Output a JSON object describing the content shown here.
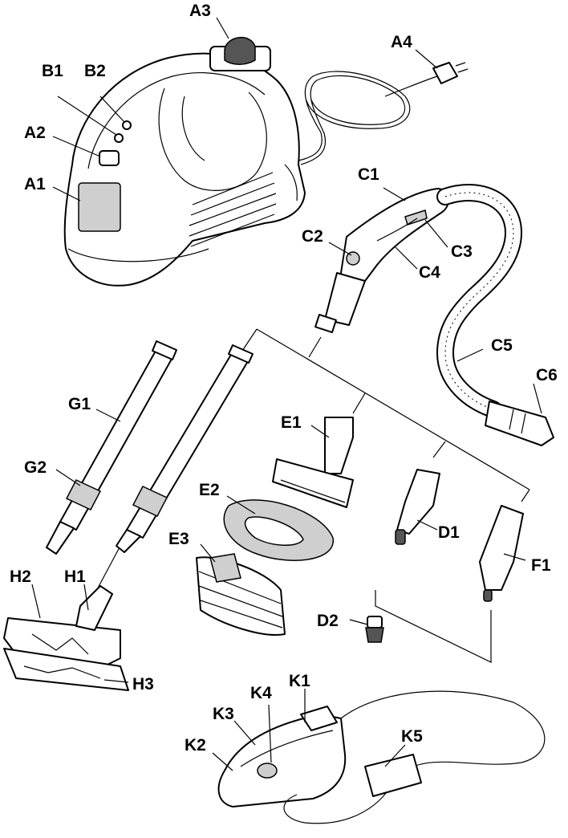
{
  "labels": {
    "A1": "A1",
    "A2": "A2",
    "A3": "A3",
    "A4": "A4",
    "B1": "B1",
    "B2": "B2",
    "C1": "C1",
    "C2": "C2",
    "C3": "C3",
    "C4": "C4",
    "C5": "C5",
    "C6": "C6",
    "D1": "D1",
    "D2": "D2",
    "E1": "E1",
    "E2": "E2",
    "E3": "E3",
    "F1": "F1",
    "G1": "G1",
    "G2": "G2",
    "H1": "H1",
    "H2": "H2",
    "H3": "H3",
    "K1": "K1",
    "K2": "K2",
    "K3": "K3",
    "K4": "K4",
    "K5": "K5"
  }
}
